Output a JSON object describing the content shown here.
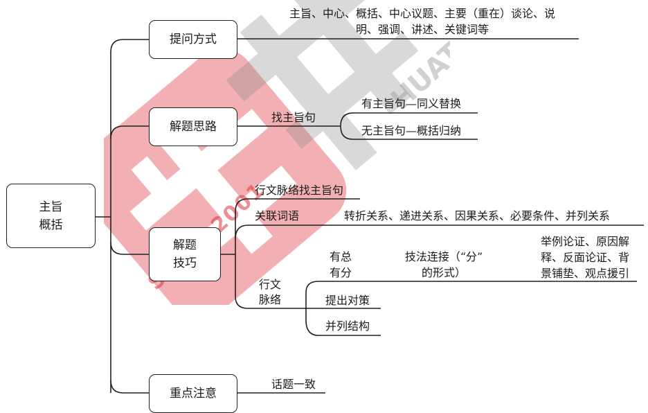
{
  "root": {
    "line1": "主旨",
    "line2": "概括"
  },
  "branches": {
    "ask_style": {
      "label": "提问方式",
      "detail_line1": "主旨、中心、概括、中心议题、主要（重在）谈论、说",
      "detail_line2": "明、强调、讲述、关键词等"
    },
    "approach": {
      "label": "解题思路",
      "sub": "找主旨句",
      "item1": "有主旨句—同义替换",
      "item2": "无主旨句—概括归纳"
    },
    "technique": {
      "label_line1": "解题",
      "label_line2": "技巧",
      "context_find": "行文脉络找主旨句",
      "connectives_label": "关联词语",
      "connectives_detail": "转折关系、递进关系、因果关系、必要条件、并列关系",
      "context": {
        "label_line1": "行文",
        "label_line2": "脉络",
        "total_part": {
          "label_line1": "有总",
          "label_line2": "有分",
          "method_line1": "技法连接（“分”",
          "method_line2": "的形式）",
          "forms_line1": "举例论证、原因解",
          "forms_line2": "释、反面论证、背",
          "forms_line3": "景铺垫、观点援引"
        },
        "countermeasure": "提出对策",
        "parallel": "并列结构"
      }
    },
    "note": {
      "label": "重点注意",
      "detail": "话题一致"
    }
  },
  "watermark": {
    "text_arc": "SINCE 2001",
    "text_right": "HUATU",
    "color": "#e0333c"
  }
}
